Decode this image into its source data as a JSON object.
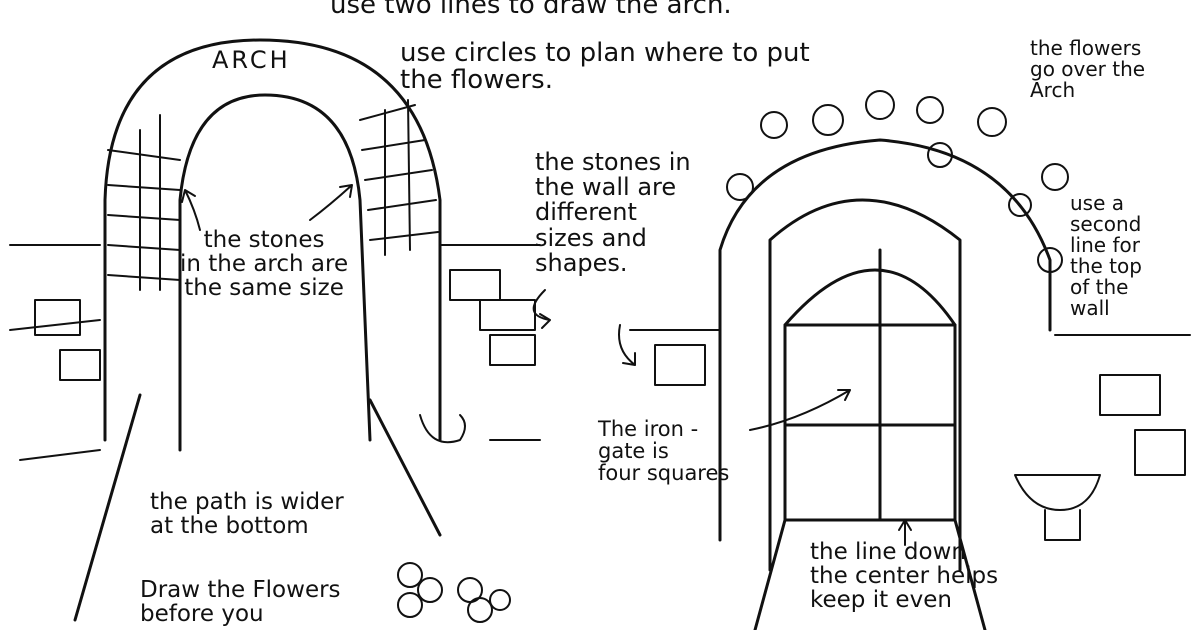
{
  "notes": {
    "top_instruction": "use two lines to draw the arch.",
    "arch_label": "ARCH",
    "circles_plan": "use circles to plan where to put\nthe flowers.",
    "flowers_over_arch": "the flowers\ngo over the\nArch",
    "stones_arch_same": "the stones\nin the arch are\nthe same size",
    "stones_wall_different": "the stones in\nthe wall are\ndifferent\nsizes and\nshapes.",
    "second_line_wall": "use a\nsecond\nline for\nthe top\nof the\nwall",
    "iron_gate": "The iron -\ngate is\nfour squares",
    "path_wider": "the path is wider\nat the bottom",
    "center_line": "the line down\nthe center helps\nkeep it even",
    "draw_flowers_first": "Draw the Flowers\nbefore you"
  }
}
